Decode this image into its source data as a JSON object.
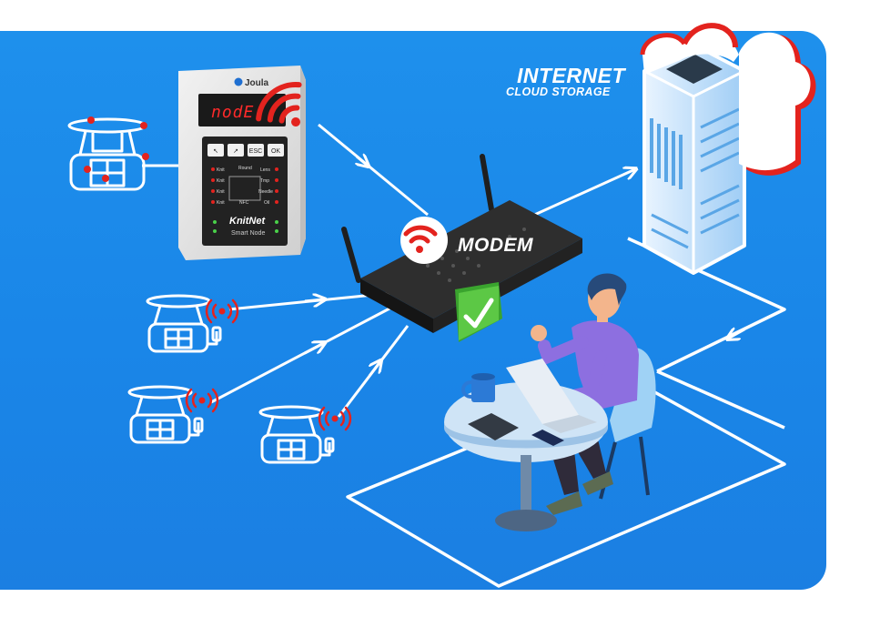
{
  "cloud": {
    "title": "INTERNET",
    "subtitle": "CLOUD STORAGE"
  },
  "modem": {
    "label": "MODEM"
  },
  "device": {
    "brand": "Joula",
    "display": "nodE",
    "keys": [
      "↖",
      "↗",
      "ESC",
      "OK"
    ],
    "name": "KnitNet",
    "sub": "Smart Node",
    "indicators_left": [
      "Knit",
      "Knit",
      "Knit",
      "Knit"
    ],
    "indicators_right": [
      "Lens",
      "Tmp",
      "Needle",
      "Oil"
    ],
    "center_label": "Round",
    "nfc": "NFC"
  },
  "colors": {
    "background": "#1b88e9",
    "accent": "#e3231e",
    "line": "#ffffff",
    "check": "#4fbf3a"
  },
  "icons": [
    "knitting-machine-icon",
    "wifi-icon",
    "broadcast-signal-icon",
    "router-icon",
    "server-icon",
    "cloud-icon",
    "checkmark-icon",
    "person-with-laptop-icon"
  ]
}
